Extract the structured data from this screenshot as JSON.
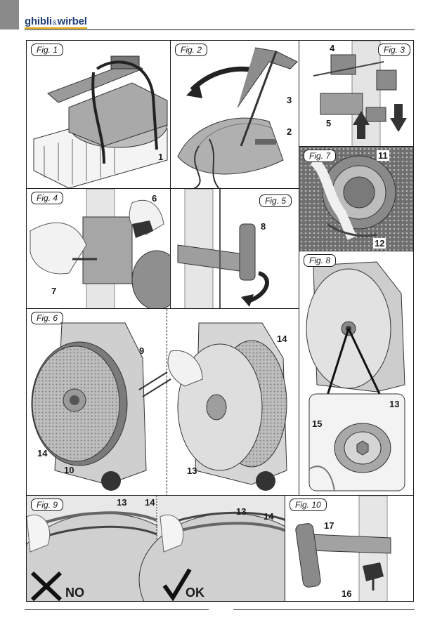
{
  "header": {
    "brand_main": "ghibli",
    "brand_amp": "&",
    "brand_second": "wirbel",
    "brand_color": "#1f3f7a",
    "brand_accent": "#d8a200"
  },
  "figures": {
    "fig1": {
      "label": "Fig. 1",
      "callouts": [
        "1"
      ]
    },
    "fig2": {
      "label": "Fig. 2",
      "callouts": [
        "3",
        "2"
      ]
    },
    "fig3": {
      "label": "Fig. 3",
      "callouts": [
        "4",
        "5"
      ]
    },
    "fig4": {
      "label": "Fig. 4",
      "callouts": [
        "6",
        "7"
      ]
    },
    "fig5": {
      "label": "Fig. 5",
      "callouts": [
        "8"
      ]
    },
    "fig6": {
      "label": "Fig. 6",
      "callouts": [
        "9",
        "14",
        "14",
        "10",
        "13"
      ]
    },
    "fig7": {
      "label": "Fig. 7",
      "callouts": [
        "11",
        "12"
      ]
    },
    "fig8": {
      "label": "Fig. 8",
      "callouts": [
        "13",
        "15"
      ]
    },
    "fig9": {
      "label": "Fig. 9",
      "callouts": [
        "13",
        "14",
        "13",
        "14"
      ],
      "verdict_no": "NO",
      "verdict_ok": "OK"
    },
    "fig10": {
      "label": "Fig. 10",
      "callouts": [
        "17",
        "16"
      ]
    }
  }
}
